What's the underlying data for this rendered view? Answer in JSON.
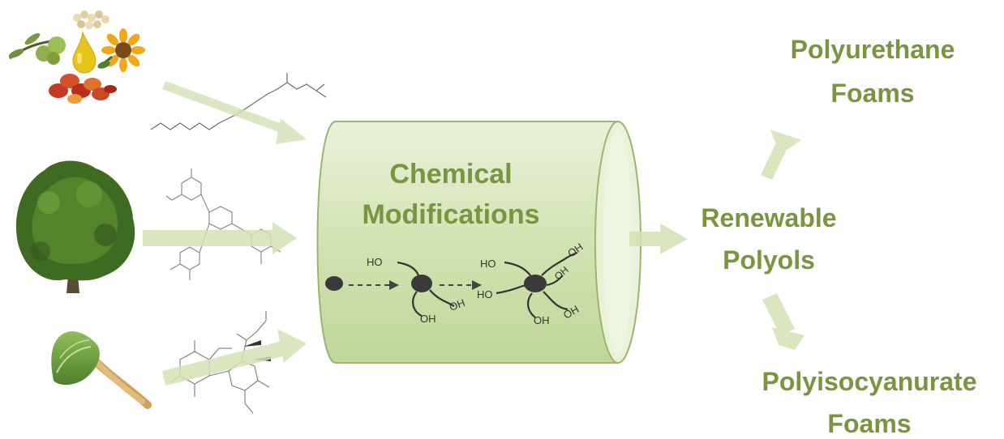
{
  "cylinder": {
    "title_line1": "Chemical",
    "title_line2": "Modifications",
    "mol1_labels": [
      "HO",
      "OH",
      "OH"
    ],
    "mol2_labels": [
      "HO",
      "HO",
      "OH",
      "OH",
      "OH",
      "OH"
    ]
  },
  "output": {
    "middle_line1": "Renewable",
    "middle_line2": "Polyols",
    "top_line1": "Polyurethane",
    "top_line2": "Foams",
    "bottom_line1": "Polyisocyanurate",
    "bottom_line2": "Foams"
  },
  "colors": {
    "text_green": "#7a9440",
    "arrow_green": "#d3e2b4",
    "cylinder_fill": "#d6e6b8",
    "cylinder_stroke": "#9bb570",
    "molecule": "#333333"
  }
}
